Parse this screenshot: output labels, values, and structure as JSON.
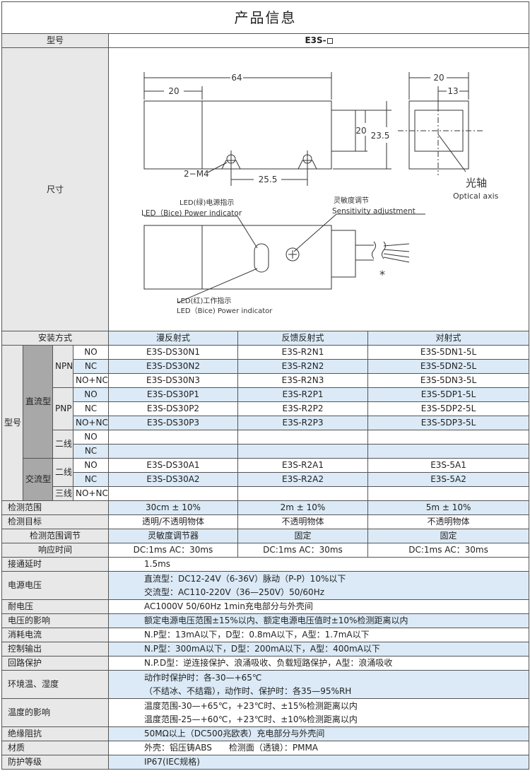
{
  "title": "产品信息",
  "model_label": "型号",
  "model_value": "E3S-",
  "dimension_label": "尺寸",
  "drawing": {
    "dim_64": "64",
    "dim_20a": "20",
    "dim_20b": "20",
    "dim_235": "23.5",
    "dim_m4": "2−M4",
    "dim_255": "25.5",
    "dim_20c": "20",
    "dim_13": "13",
    "axis_cn": "光轴",
    "axis_en": "Optical axis",
    "led_green_cn": "LED(绿)电源指示",
    "led_green_en": "LED（Bice) Power indicator",
    "sens_cn": "灵敏度调节",
    "sens_en": "Sensitivity adjustment",
    "led_red_cn": "LED(红)工作指示",
    "led_red_en": "LED（Bice) Power indicator",
    "star": "*"
  },
  "install_label": "安装方式",
  "modes": [
    "漫反射式",
    "反馈反射式",
    "对射式"
  ],
  "type_label": "型号",
  "dc_label": "直流型",
  "ac_label": "交流型",
  "npn": "NPN",
  "pnp": "PNP",
  "two_wire": "二线",
  "three_wire": "三线",
  "rows": [
    {
      "out": "NO",
      "d": "E3S-DS30N1",
      "r": "E3S-R2N1",
      "t": "E3S-5DN1-5L"
    },
    {
      "out": "NC",
      "d": "E3S-DS30N2",
      "r": "E3S-R2N2",
      "t": "E3S-5DN2-5L"
    },
    {
      "out": "NO+NC",
      "d": "E3S-DS30N3",
      "r": "E3S-R2N3",
      "t": "E3S-5DN3-5L"
    },
    {
      "out": "NO",
      "d": "E3S-DS30P1",
      "r": "E3S-R2P1",
      "t": "E3S-5DP1-5L"
    },
    {
      "out": "NC",
      "d": "E3S-DS30P2",
      "r": "E3S-R2P2",
      "t": "E3S-5DP2-5L"
    },
    {
      "out": "NO+NC",
      "d": "E3S-DS30P3",
      "r": "E3S-R2P3",
      "t": "E3S-5DP3-5L"
    },
    {
      "out": "NO",
      "d": "",
      "r": "",
      "t": ""
    },
    {
      "out": "NC",
      "d": "",
      "r": "",
      "t": ""
    },
    {
      "out": "NO",
      "d": "E3S-DS30A1",
      "r": "E3S-R2A1",
      "t": "E3S-5A1"
    },
    {
      "out": "NC",
      "d": "E3S-DS30A2",
      "r": "E3S-R2A2",
      "t": "E3S-5A2"
    },
    {
      "out": "NO+NC",
      "d": "",
      "r": "",
      "t": ""
    }
  ],
  "perf": [
    {
      "label": "检测范围",
      "d": "30cm ± 10%",
      "r": "2m ± 10%",
      "t": "5m ± 10%"
    },
    {
      "label": "检测目标",
      "d": "透明/不透明物体",
      "r": "不透明物体",
      "t": "不透明物体"
    },
    {
      "label": "检测范围调节",
      "d": "灵敏度调节器",
      "r": "固定",
      "t": "固定"
    },
    {
      "label": "响应时间",
      "d": "DC:1ms AC：30ms",
      "r": "DC:1ms AC：30ms",
      "t": "DC:1ms AC：30ms"
    }
  ],
  "specs": {
    "delay": {
      "label": "接通延时",
      "value": "1.5ms"
    },
    "voltage": {
      "label": "电源电压",
      "line1": "直流型：DC12-24V（6-36V）脉动（P-P）10%以下",
      "line2": "交流型：AC110-220V（36—250V）50/60Hz"
    },
    "withstand": {
      "label": "耐电压",
      "value": "AC1000V 50/60Hz 1min充电部分与外壳间"
    },
    "volt_effect": {
      "label": "电压的影响",
      "value": "额定电源电压范围±15%以内、额定电源电压值时±10%检测距离以内"
    },
    "current": {
      "label": "消耗电流",
      "value": "N.P型：13mA以下，D型：0.8mA以下，A型：1.7mA以下"
    },
    "output": {
      "label": "控制输出",
      "value": "N.P型：300mA以下，D型：200mA以下，A型：400mA以下"
    },
    "protect": {
      "label": "回路保护",
      "value": "N.P.D型：逆连接保护、浪涌吸收、负载短路保护，A型：浪涌吸收"
    },
    "env": {
      "label": "环境温、湿度",
      "line1": "动作时保护时：各-30—+65℃",
      "line2": "（不结冰、不结霜），动作时、保护时：各35—95%RH"
    },
    "temp": {
      "label": "温度的影响",
      "line1": "温度范围-30—+65℃，+23℃时、±15%检测距离以内",
      "line2": "温度范围-25—+60℃，+23℃时、±10%检测距离以内"
    },
    "insul": {
      "label": "绝缘阻抗",
      "value": "50MΩ以上（DC500兆欧表）充电部分与外壳间"
    },
    "material": {
      "label": "材质",
      "value": "外壳：铝压铸ABS　　检测面（透镜）：PMMA"
    },
    "ip": {
      "label": "防护等级",
      "value": "IP67(IEC规格)"
    }
  }
}
